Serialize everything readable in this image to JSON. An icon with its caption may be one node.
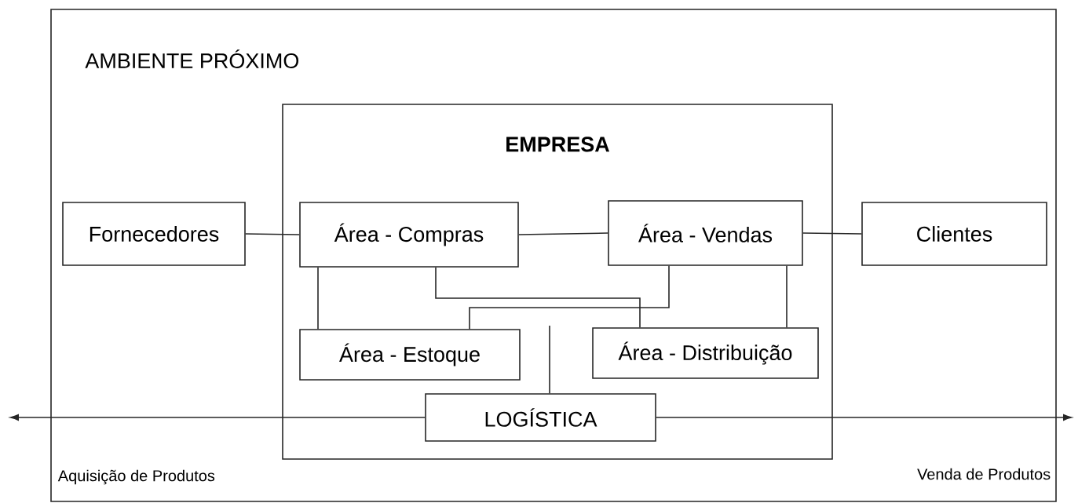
{
  "diagram": {
    "nodes": [
      {
        "text": [
          "AMBIENTE PRÓXIMO"
        ]
      },
      {
        "text": [
          "EMPRESA"
        ],
        "in": 0
      },
      {
        "text": [
          "Fornecedores"
        ],
        "in": 0
      },
      {
        "text": [
          "Área - Compras"
        ],
        "in": 1
      },
      {
        "text": [
          "Área - Vendas"
        ],
        "in": 1
      },
      {
        "text": [
          "Clientes"
        ],
        "in": 0
      },
      {
        "text": [
          "Área - Estoque"
        ],
        "in": 1
      },
      {
        "text": [
          "Área - Distribuição"
        ],
        "in": 1
      },
      {
        "text": [
          "LOGÍSTICA"
        ],
        "in": 1
      }
    ],
    "edges": [
      {
        "from": 2,
        "to": 3,
        "arrow": "none"
      },
      {
        "from": 3,
        "to": 4,
        "arrow": "none"
      },
      {
        "from": 4,
        "to": 5,
        "arrow": "none"
      },
      {
        "from": 3,
        "to": 6,
        "arrow": "none"
      },
      {
        "from": 3,
        "to": 7,
        "arrow": "none"
      },
      {
        "from": 4,
        "to": 6,
        "arrow": "none"
      },
      {
        "from": 4,
        "to": 7,
        "arrow": "none"
      },
      {
        "from": null,
        "to": 8,
        "arrow": "none"
      },
      {
        "from": 8,
        "to": null,
        "arrow": "to"
      },
      {
        "from": 8,
        "to": null,
        "arrow": "to"
      }
    ],
    "labels": [
      "Aquisição de Produtos",
      "Venda de Produtos"
    ]
  }
}
